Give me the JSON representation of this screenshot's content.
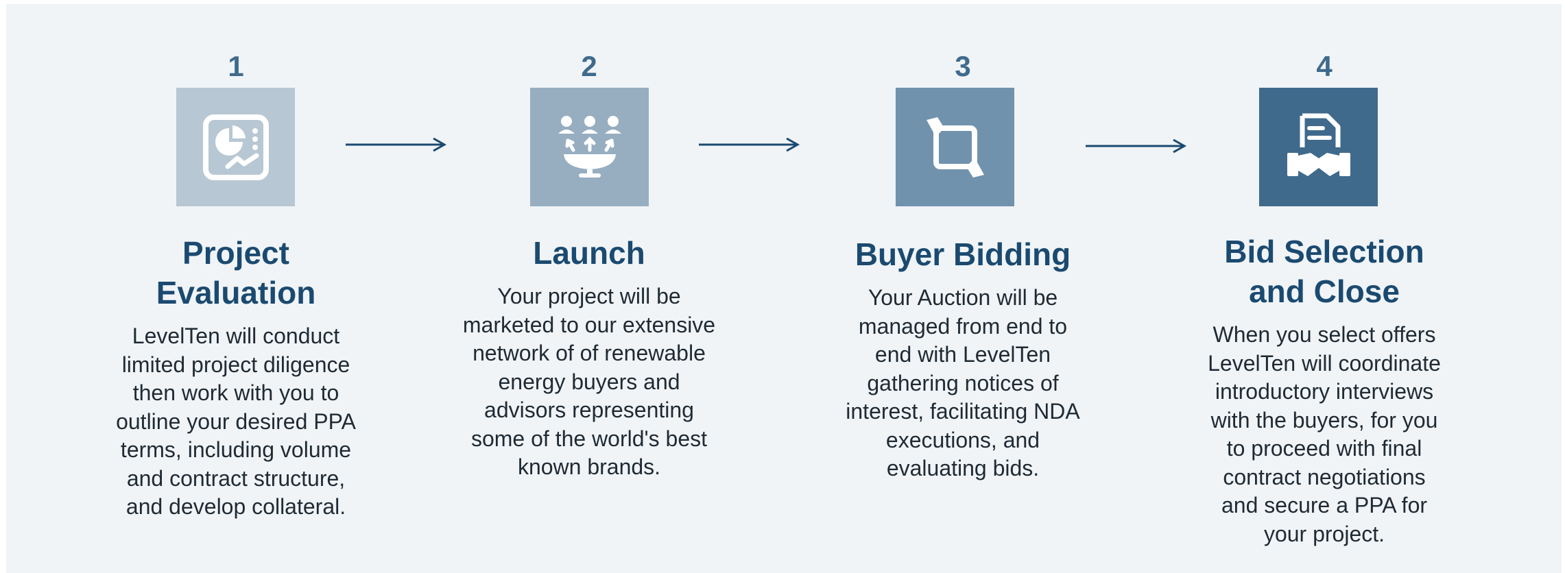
{
  "colors": {
    "panel_bg": "#f0f4f7",
    "number": "#3f6a8c",
    "title": "#1b4a70",
    "arrow": "#1b4a70",
    "box_1": "#b7c7d3",
    "box_2": "#97aec1",
    "box_3": "#7092ad",
    "box_4": "#3f6a8c"
  },
  "steps": [
    {
      "number": "1",
      "icon": "dashboard-chart-icon",
      "title": "Project\nEvaluation",
      "description": "LevelTen will conduct limited project diligence then work with you to outline your desired PPA terms, including volume and contract structure, and develop collateral."
    },
    {
      "number": "2",
      "icon": "network-broadcast-icon",
      "title": "Launch",
      "description": "Your project will be marketed to our extensive network of of renewable energy buyers and advisors representing some of the world's best known brands."
    },
    {
      "number": "3",
      "icon": "hands-exchange-icon",
      "title": "Buyer Bidding",
      "description": "Your Auction will be managed from end to end with LevelTen gathering notices of interest, facilitating NDA executions, and evaluating bids."
    },
    {
      "number": "4",
      "icon": "document-handshake-icon",
      "title": "Bid Selection\nand Close",
      "description": "When you select offers LevelTen will coordinate introductory interviews with the buyers, for you to proceed with final contract negotiations and secure a PPA for your project."
    }
  ]
}
